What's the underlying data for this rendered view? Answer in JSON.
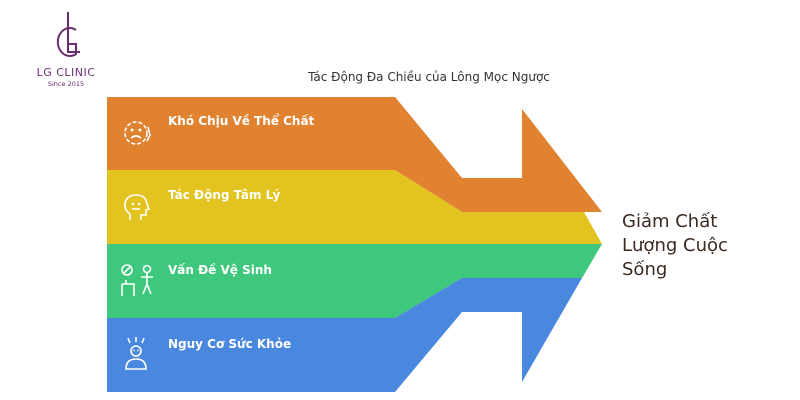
{
  "logo": {
    "monogram": "LG",
    "name": "LG CLINIC",
    "since": "Since 2015",
    "color": "#6a2c70"
  },
  "title": "Tác Động Đa Chiều của Lông Mọc Ngược",
  "bands": [
    {
      "label": "Khó Chịu Về Thể Chất",
      "color": "#e0822f",
      "icon": "uncomfortable-face-icon"
    },
    {
      "label": "Tác Động Tâm Lý",
      "color": "#e2c31f",
      "icon": "thinking-head-icon"
    },
    {
      "label": "Vấn Đề Vệ Sinh",
      "color": "#3fc77d",
      "icon": "hygiene-person-icon"
    },
    {
      "label": "Nguy Cơ Sức Khỏe",
      "color": "#4a88e0",
      "icon": "health-risk-person-icon"
    }
  ],
  "result": "Giảm Chất Lượng Cuộc Sống"
}
